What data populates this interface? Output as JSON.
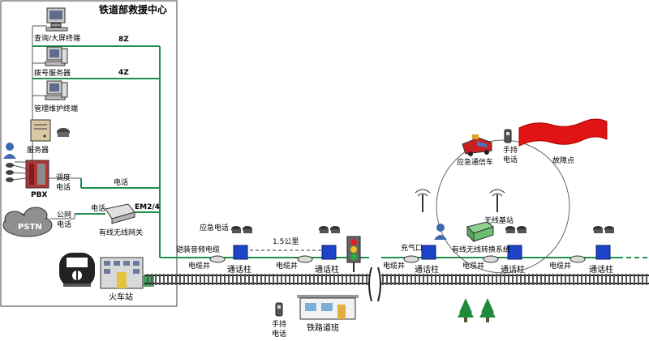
{
  "center": {
    "title": "铁道部救援中心",
    "terminal_query": "查询/大屏终端",
    "terminal_dial": "拨号服务器",
    "terminal_admin": "管理维护终端",
    "server": "服务器",
    "pbx": "PBX",
    "dispatch_phone": "调度\n电话",
    "dispatch_phone_l1": "调度",
    "dispatch_phone_l2": "电话",
    "public_phone_l1": "公网",
    "public_phone_l2": "电话",
    "pstn": "PSTN",
    "link_8z": "8Z",
    "link_4z": "4Z",
    "phone_label_1": "电话",
    "phone_label_2": "电话",
    "em": "EM2/4",
    "gateway": "有线无线网关"
  },
  "track": {
    "emergency_phone": "应急电话",
    "armored_cable": "铠装音频电缆",
    "distance": "1.5公里",
    "cable_well": "电缆井",
    "call_post": "通话柱",
    "charge_port": "充气口",
    "station": "火车站",
    "handheld_l1": "手持",
    "handheld_l2": "电话",
    "rail_shift": "铁路道班"
  },
  "wireless": {
    "vehicle": "应急通信车",
    "handheld_l1": "手持",
    "handheld_l2": "电话",
    "fault_point": "故障点",
    "base_station": "无线基站",
    "converter": "有线无线转换系统"
  },
  "colors": {
    "line_green": "#1f8f4a",
    "post_blue": "#1c44c8",
    "fault_red": "#e01414"
  }
}
